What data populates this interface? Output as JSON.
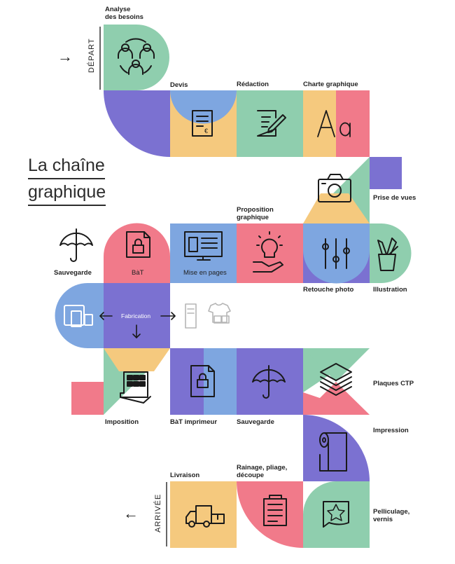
{
  "title": {
    "line1": "La chaîne",
    "line2": "graphique"
  },
  "start": {
    "label": "DÉPART",
    "arrow": "→"
  },
  "end": {
    "label": "ARRIVÉE",
    "arrow": "←"
  },
  "steps": {
    "analyse": "Analyse",
    "analyse2": "des besoins",
    "devis": "Devis",
    "redaction": "Rédaction",
    "charte": "Charte graphique",
    "prise": "Prise de vues",
    "proposition": "Proposition",
    "proposition2": "graphique",
    "retouche": "Retouche photo",
    "illustration": "Illustration",
    "mise": "Mise en pages",
    "bat": "BàT",
    "sauvegarde1": "Sauvegarde",
    "fabrication": "Fabrication",
    "imposition": "Imposition",
    "bat_imprimeur": "BàT imprimeur",
    "sauvegarde2": "Sauvegarde",
    "plaques": "Plaques CTP",
    "impression": "Impression",
    "pelliculage": "Pelliculage,",
    "pelliculage2": "vernis",
    "rainage": "Rainage, pliage,",
    "rainage2": "découpe",
    "livraison": "Livraison"
  },
  "colors": {
    "green": "#8fceae",
    "purple": "#7b71d1",
    "yellow": "#f5c97e",
    "pink": "#f17a8a",
    "blue": "#7ea6e0",
    "ink": "#1a1a1a"
  },
  "icons": [
    "people-icon",
    "quote-document-icon",
    "pen-writing-icon",
    "typography-icon",
    "camera-icon",
    "lightbulb-icon",
    "sliders-icon",
    "brushes-icon",
    "layout-icon",
    "lock-document-icon",
    "umbrella-icon",
    "devices-icon",
    "tshirt-print-icon",
    "imposition-sheet-icon",
    "layers-icon",
    "paper-roll-icon",
    "star-sheet-icon",
    "folded-sheet-icon",
    "truck-icon"
  ]
}
